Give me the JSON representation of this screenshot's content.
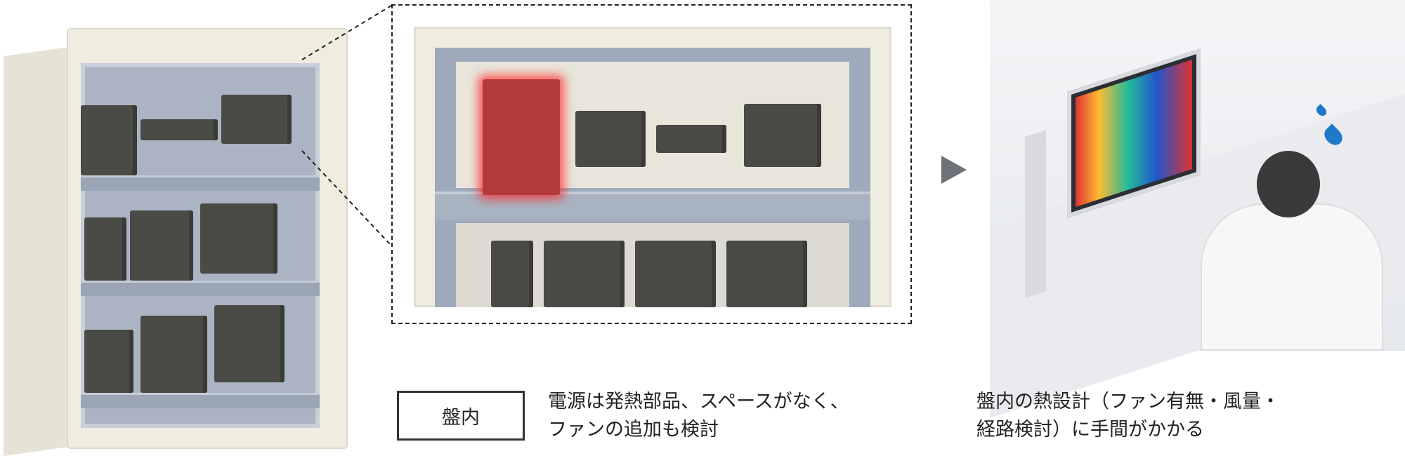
{
  "label_box": "盤内",
  "caption_left": [
    "電源は発熱部品、スペースがなく、",
    "ファンの追加も検討"
  ],
  "caption_right": [
    "盤内の熱設計（ファン有無・風量・",
    "経路検討）に手間がかかる"
  ],
  "colors": {
    "highlight": "#e02020",
    "arrow": "#6d7278",
    "sweat": "#1f78c8"
  }
}
